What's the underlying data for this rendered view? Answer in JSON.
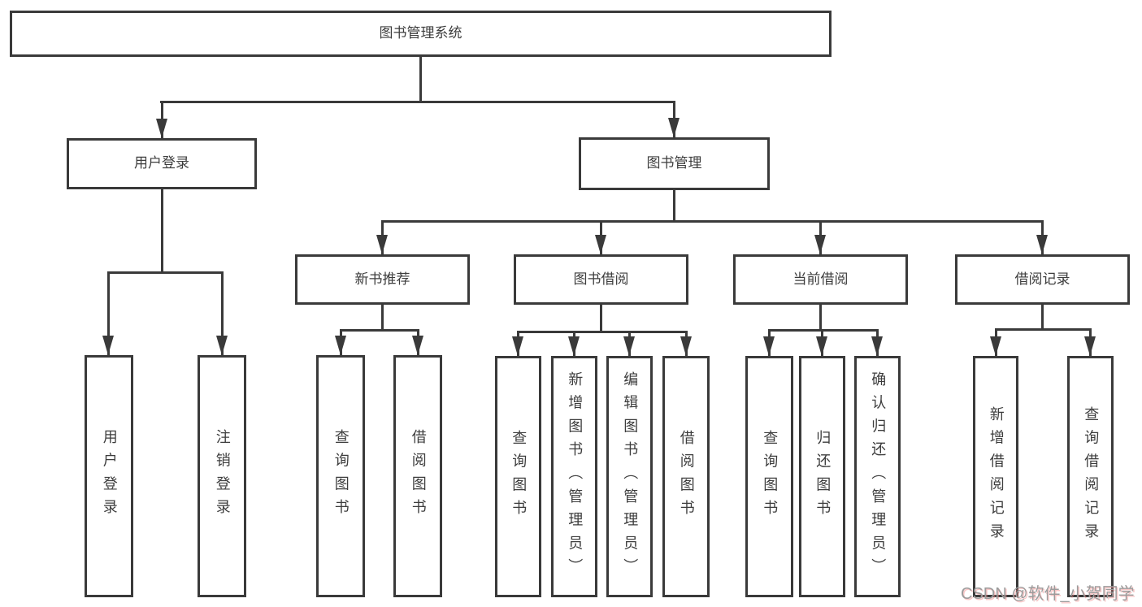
{
  "tree": {
    "label": "图书管理系统",
    "children": [
      {
        "label": "用户登录",
        "children": [
          {
            "label": "用户登录"
          },
          {
            "label": "注销登录"
          }
        ]
      },
      {
        "label": "图书管理",
        "children": [
          {
            "label": "新书推荐",
            "children": [
              {
                "label": "查询图书"
              },
              {
                "label": "借阅图书"
              }
            ]
          },
          {
            "label": "图书借阅",
            "children": [
              {
                "label": "查询图书"
              },
              {
                "label": "新增图书（管理员）"
              },
              {
                "label": "编辑图书（管理员）"
              },
              {
                "label": "借阅图书"
              }
            ]
          },
          {
            "label": "当前借阅",
            "children": [
              {
                "label": "查询图书"
              },
              {
                "label": "归还图书"
              },
              {
                "label": "确认归还（管理员）"
              }
            ]
          },
          {
            "label": "借阅记录",
            "children": [
              {
                "label": "新增借阅记录"
              },
              {
                "label": "查询借阅记录"
              }
            ]
          }
        ]
      }
    ]
  },
  "watermark": {
    "text": "CSDN @软件_小贺同学"
  },
  "colors": {
    "line": "#3a3a3a",
    "node_text": "#3d3d3d",
    "background": "#ffffff",
    "watermark_gray": "#9c9c9c",
    "watermark_red": "#f08282"
  }
}
